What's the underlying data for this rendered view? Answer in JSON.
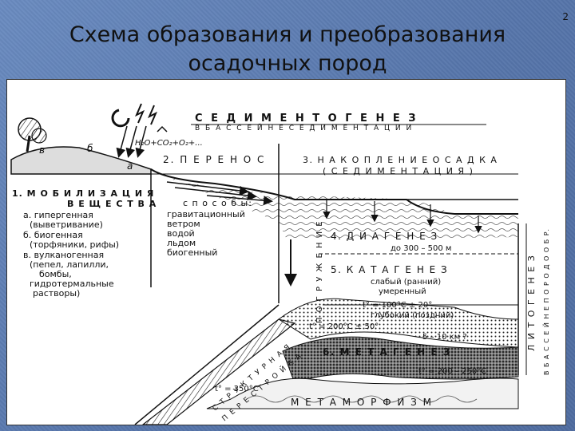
{
  "slide": {
    "title_line1": "Схема образования и преобразования",
    "title_line2": "осадочных пород",
    "page_number": "2"
  },
  "diagram": {
    "sedimentogenesis": "С Е Д И М Е Н Т О Г Е Н Е З",
    "in_basin": "В  Б А С С Е Й Н Е  С Е Д И М Е Н Т А Ц И И",
    "formula": "H₂O+CO₂+O₂+...",
    "transfer": "2. П Е Р Е Н О С",
    "accumulation": "3. Н А К О П Л Е Н И Е  О С А Д К А",
    "sedimentation": "( С Е Д И М Е Н Т А Ц И Я )",
    "mobilization1": "1.  М О Б И Л И З А Ц И Я",
    "mobilization2": "В Е Щ Е С Т В А",
    "hypergene_a": "а. гипергенная",
    "hypergene_b": "(выветривание)",
    "biogenic_a": "б. биогенная",
    "biogenic_b": "(торфяники, рифы)",
    "volcanic_a": "в. вулканогенная",
    "volcanic_b": "(пепел, лапилли,",
    "volcanic_c": "бомбы,",
    "volcanic_d": "гидротермальные",
    "volcanic_e": "растворы)",
    "ways_title": "с п о с о б ы:",
    "way1": "гравитационный",
    "way2": "ветром",
    "way3": "водой",
    "way4": "льдом",
    "way5": "биогенный",
    "subsidence": "П О Г Р У Ж Е Н И Е",
    "diagenesis": "4. Д И А Г Е Н Е З",
    "diag_depth": "до 300 – 500 м",
    "catagenesis": "5. К А Т А Г Е Н Е З",
    "cat_weak": "слабый (ранний)",
    "cat_moderate": "умеренный",
    "temp_100": "t° = 100°C ± 20°",
    "cat_deep": "глубокий (поздний)",
    "temp_200": "t° = 200°C ± 50°",
    "depth_10km": "5 – 10 км ?",
    "metagenesis": "6. М Е Т А Г Е Н Е З",
    "temp_200_250": "t° = 200 – 250°C",
    "temp_350": "t° = 350°C",
    "metamorphism": "М Е Т А М О Р Ф И З М",
    "structural1": "С Т Р У К Т У Р Н А Я",
    "structural2": "П Е Р Е С Т Р О Й К А",
    "lithogenesis": "Л И Т О Г Е Н Е З",
    "in_basin_rock": "В  Б А С С Е Й Н Е  П О Р О Д О О Б Р.",
    "sub_a": "а",
    "sub_b": "б",
    "sub_v": "в"
  }
}
